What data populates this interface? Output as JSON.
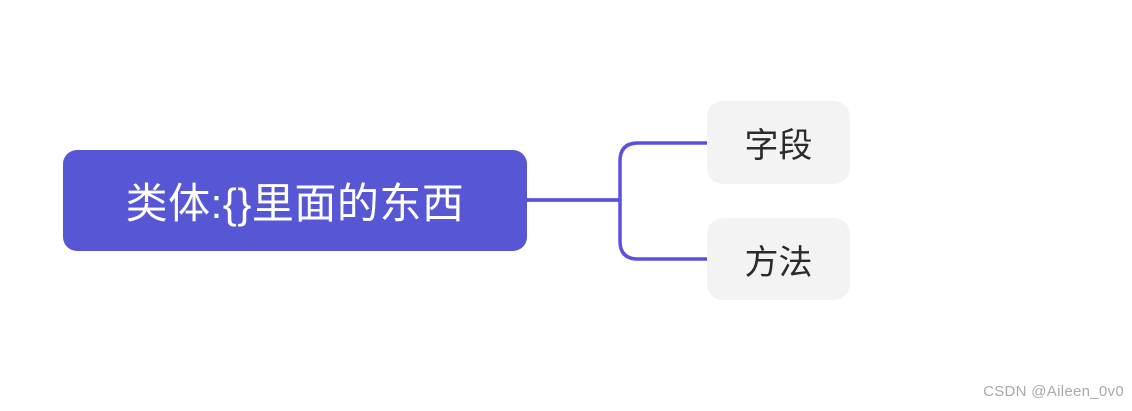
{
  "canvas": {
    "background_color": "#ffffff"
  },
  "mindmap": {
    "root": {
      "label": "类体:{}里面的东西",
      "bg_color": "#5757d5",
      "text_color": "#ffffff"
    },
    "children": [
      {
        "label": "字段",
        "bg_color": "#f3f3f4",
        "text_color": "#2b2b2e"
      },
      {
        "label": "方法",
        "bg_color": "#f3f3f4",
        "text_color": "#2b2b2e"
      }
    ],
    "connector": {
      "color": "#5b52db",
      "stroke_width": "3.5"
    }
  },
  "watermark": {
    "text": "CSDN @Aileen_0v0",
    "color": "#a9a9a9"
  }
}
